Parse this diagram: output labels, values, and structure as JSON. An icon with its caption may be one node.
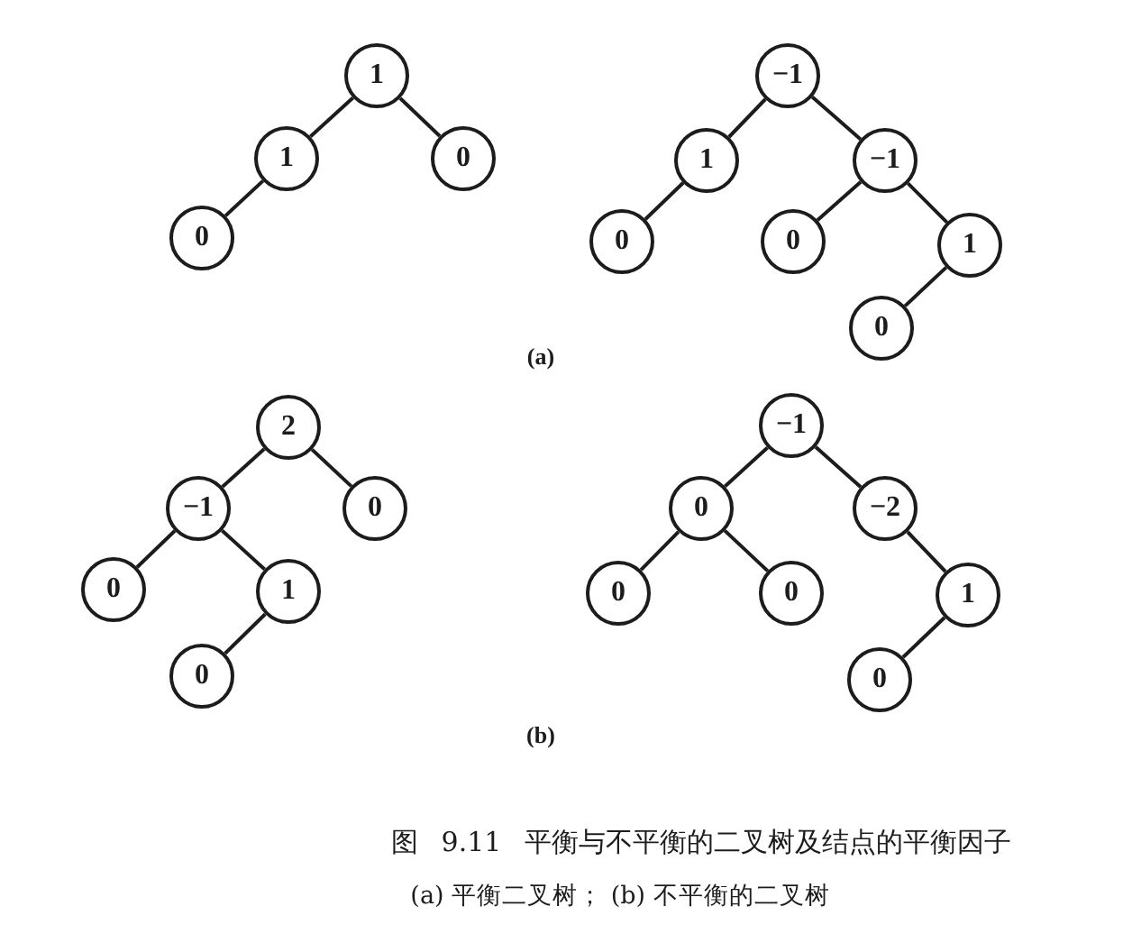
{
  "diagram": {
    "caption": "图 9.11 平衡与不平衡的二叉树及结点的平衡因子",
    "nodes": [
      {
        "text": [
          "1"
        ]
      },
      {
        "text": [
          "1"
        ]
      },
      {
        "text": [
          "0"
        ]
      },
      {
        "text": [
          "0"
        ]
      },
      {
        "text": [
          "−1"
        ]
      },
      {
        "text": [
          "1"
        ]
      },
      {
        "text": [
          "−1"
        ]
      },
      {
        "text": [
          "0"
        ]
      },
      {
        "text": [
          "0"
        ]
      },
      {
        "text": [
          "1"
        ]
      },
      {
        "text": [
          "0"
        ]
      },
      {
        "text": [
          "2"
        ]
      },
      {
        "text": [
          "−1"
        ]
      },
      {
        "text": [
          "0"
        ]
      },
      {
        "text": [
          "0"
        ]
      },
      {
        "text": [
          "1"
        ]
      },
      {
        "text": [
          "0"
        ]
      },
      {
        "text": [
          "−1"
        ]
      },
      {
        "text": [
          "0"
        ]
      },
      {
        "text": [
          "−2"
        ]
      },
      {
        "text": [
          "0"
        ]
      },
      {
        "text": [
          "0"
        ]
      },
      {
        "text": [
          "1"
        ]
      },
      {
        "text": [
          "0"
        ]
      }
    ],
    "edges": [
      {
        "from": 0,
        "to": 1,
        "arrow": "none"
      },
      {
        "from": 0,
        "to": 2,
        "arrow": "none"
      },
      {
        "from": 1,
        "to": 3,
        "arrow": "none"
      },
      {
        "from": 4,
        "to": 5,
        "arrow": "none"
      },
      {
        "from": 4,
        "to": 6,
        "arrow": "none"
      },
      {
        "from": 5,
        "to": 7,
        "arrow": "none"
      },
      {
        "from": 6,
        "to": 8,
        "arrow": "none"
      },
      {
        "from": 6,
        "to": 9,
        "arrow": "none"
      },
      {
        "from": 9,
        "to": 10,
        "arrow": "none"
      },
      {
        "from": 11,
        "to": 12,
        "arrow": "none"
      },
      {
        "from": 11,
        "to": 13,
        "arrow": "none"
      },
      {
        "from": 12,
        "to": 14,
        "arrow": "none"
      },
      {
        "from": 12,
        "to": 15,
        "arrow": "none"
      },
      {
        "from": 15,
        "to": 16,
        "arrow": "none"
      },
      {
        "from": 17,
        "to": 18,
        "arrow": "none"
      },
      {
        "from": 17,
        "to": 19,
        "arrow": "none"
      },
      {
        "from": 18,
        "to": 20,
        "arrow": "none"
      },
      {
        "from": 18,
        "to": 21,
        "arrow": "none"
      },
      {
        "from": 19,
        "to": 22,
        "arrow": "none"
      },
      {
        "from": 22,
        "to": 23,
        "arrow": "none"
      }
    ],
    "labels": [
      "(a)",
      "(b)",
      "(a) 平衡二叉树； (b) 不平衡的二叉树"
    ]
  }
}
